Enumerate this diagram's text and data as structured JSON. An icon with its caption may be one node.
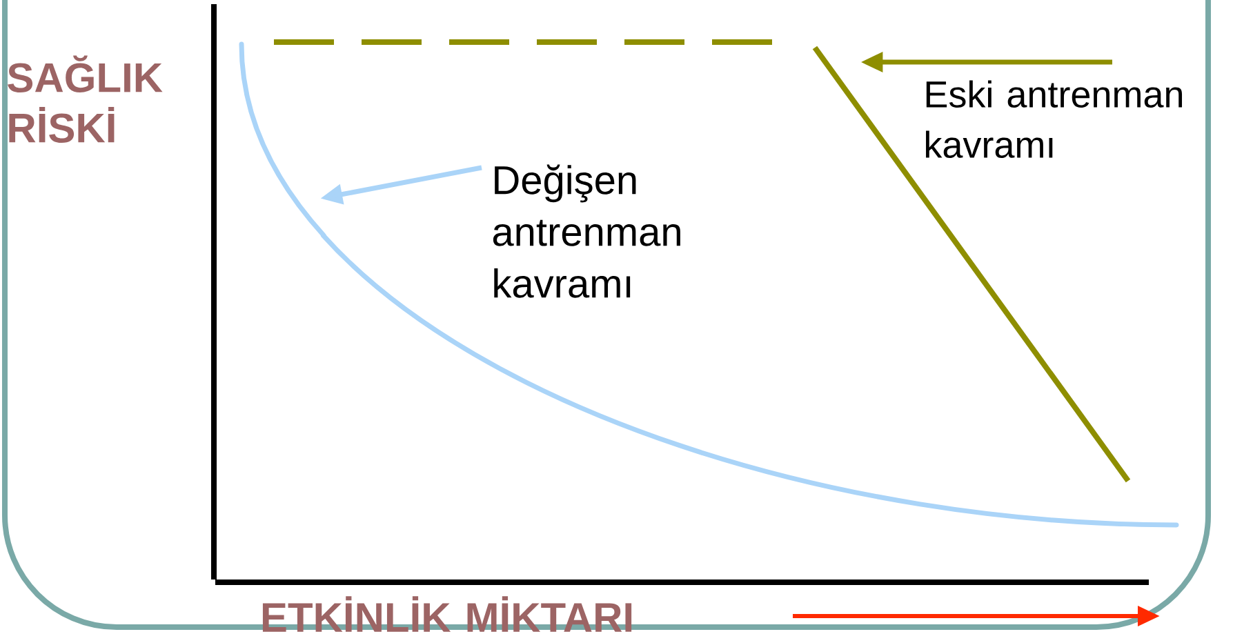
{
  "diagram": {
    "nodes": [
      {
        "text": [
          "Değişen antrenman kavramı"
        ]
      },
      {
        "text": [],
        "shape": "curve"
      },
      {
        "text": [
          "Eski antrenman kavramı"
        ]
      },
      {
        "text": [],
        "shape": "line"
      }
    ],
    "edges": [
      {
        "from": 0,
        "to": 1,
        "arrow": "to",
        "color": "#aad4f8"
      },
      {
        "from": 2,
        "to": 3,
        "arrow": "to",
        "color": "#8e8e00"
      }
    ],
    "labels": [
      "SAĞLIK RİSKİ",
      "ETKİNLİK MİKTARI"
    ]
  }
}
